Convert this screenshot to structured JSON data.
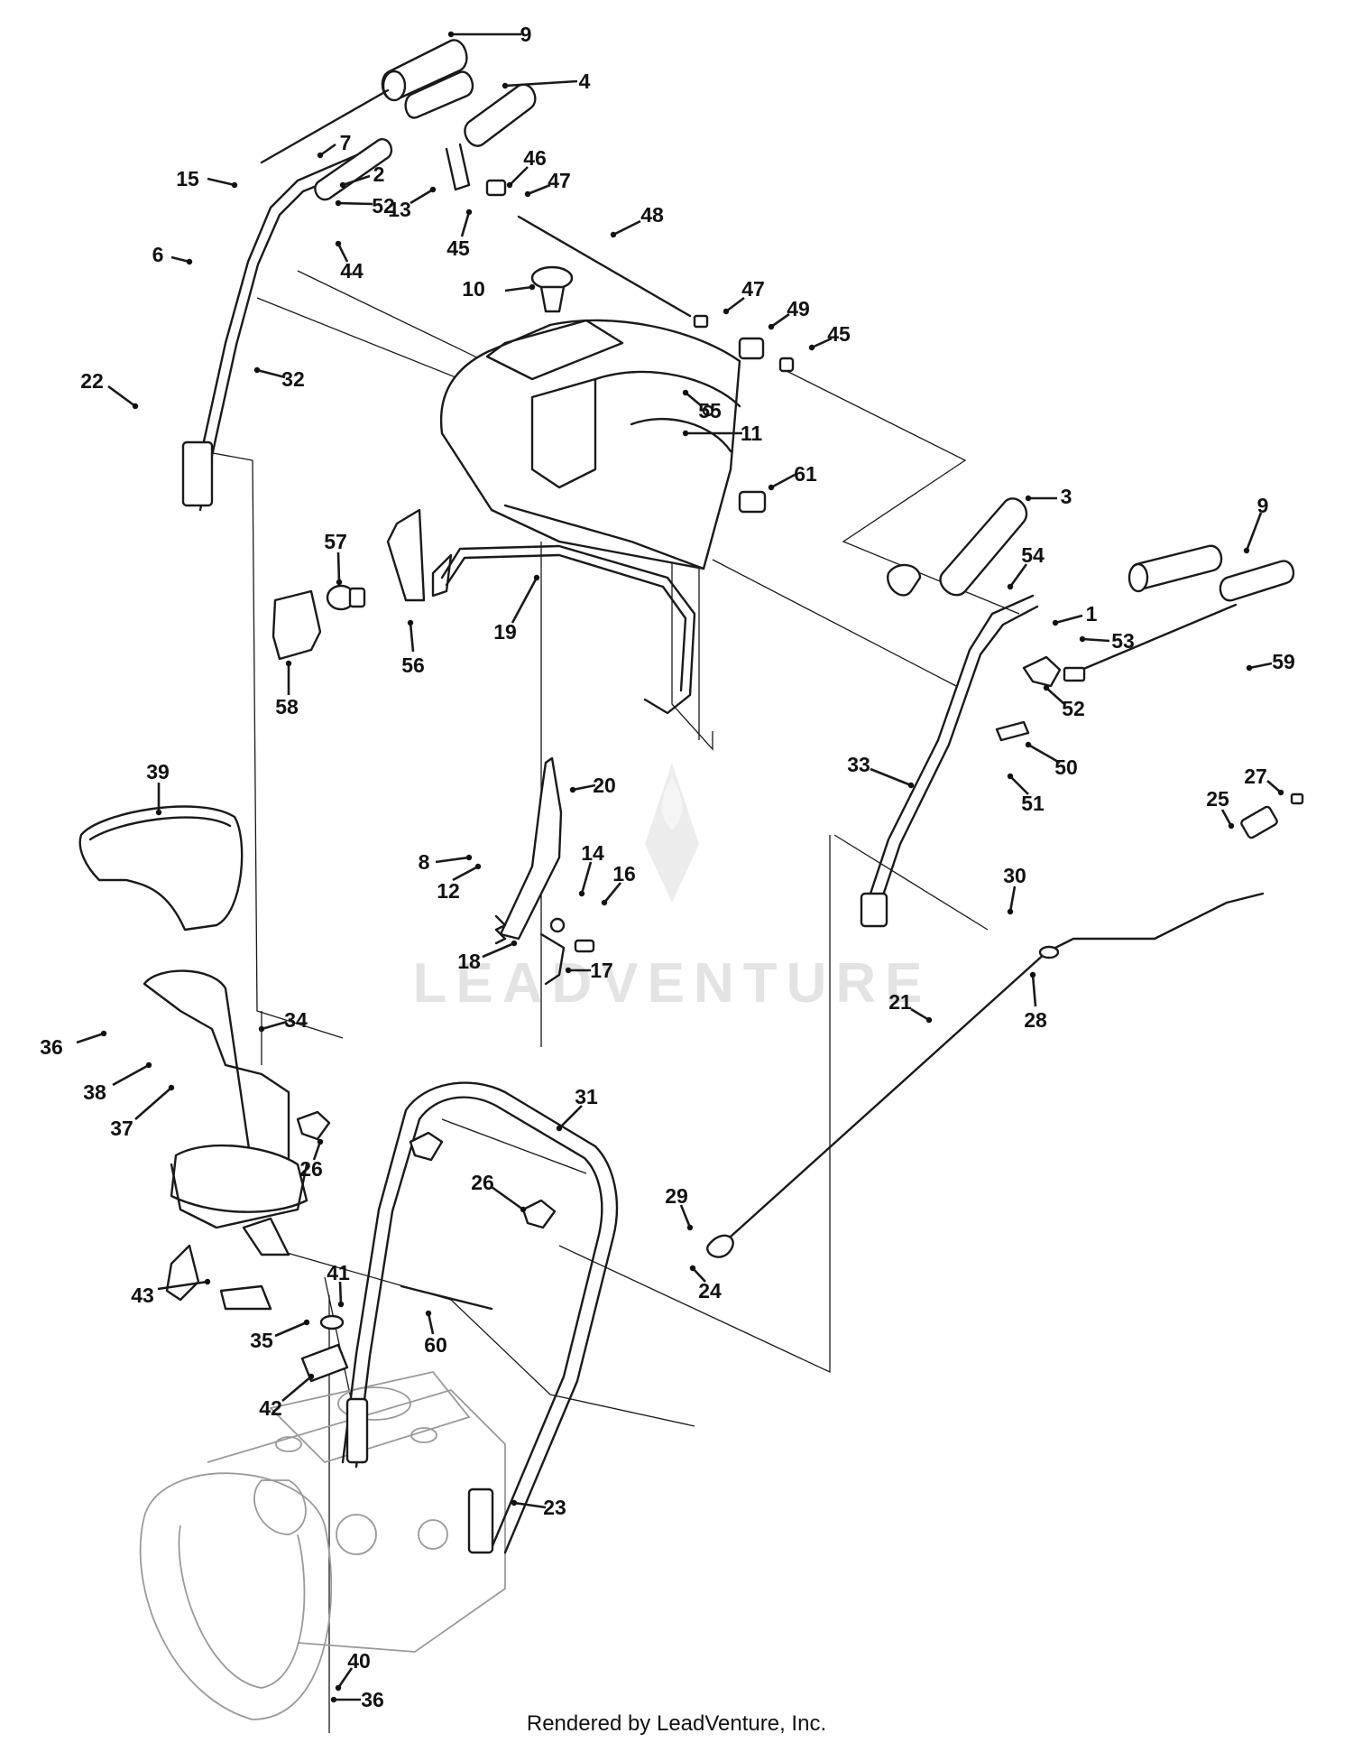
{
  "watermark": {
    "text": "LEADVENTURE"
  },
  "footer": {
    "text": "Rendered by LeadVenture, Inc."
  },
  "callouts": [
    {
      "label": "9"
    },
    {
      "label": "4"
    },
    {
      "label": "7"
    },
    {
      "label": "15"
    },
    {
      "label": "2"
    },
    {
      "label": "52"
    },
    {
      "label": "46"
    },
    {
      "label": "47"
    },
    {
      "label": "13"
    },
    {
      "label": "45"
    },
    {
      "label": "44"
    },
    {
      "label": "48"
    },
    {
      "label": "6"
    },
    {
      "label": "10"
    },
    {
      "label": "47"
    },
    {
      "label": "49"
    },
    {
      "label": "45"
    },
    {
      "label": "32"
    },
    {
      "label": "22"
    },
    {
      "label": "55"
    },
    {
      "label": "11"
    },
    {
      "label": "61"
    },
    {
      "label": "3"
    },
    {
      "label": "9"
    },
    {
      "label": "57"
    },
    {
      "label": "54"
    },
    {
      "label": "1"
    },
    {
      "label": "53"
    },
    {
      "label": "59"
    },
    {
      "label": "19"
    },
    {
      "label": "56"
    },
    {
      "label": "52"
    },
    {
      "label": "58"
    },
    {
      "label": "50"
    },
    {
      "label": "33"
    },
    {
      "label": "51"
    },
    {
      "label": "39"
    },
    {
      "label": "20"
    },
    {
      "label": "27"
    },
    {
      "label": "25"
    },
    {
      "label": "14"
    },
    {
      "label": "8"
    },
    {
      "label": "16"
    },
    {
      "label": "12"
    },
    {
      "label": "30"
    },
    {
      "label": "18"
    },
    {
      "label": "17"
    },
    {
      "label": "28"
    },
    {
      "label": "21"
    },
    {
      "label": "34"
    },
    {
      "label": "36"
    },
    {
      "label": "38"
    },
    {
      "label": "37"
    },
    {
      "label": "31"
    },
    {
      "label": "26"
    },
    {
      "label": "26"
    },
    {
      "label": "29"
    },
    {
      "label": "24"
    },
    {
      "label": "41"
    },
    {
      "label": "43"
    },
    {
      "label": "35"
    },
    {
      "label": "60"
    },
    {
      "label": "42"
    },
    {
      "label": "23"
    },
    {
      "label": "40"
    },
    {
      "label": "36"
    }
  ]
}
